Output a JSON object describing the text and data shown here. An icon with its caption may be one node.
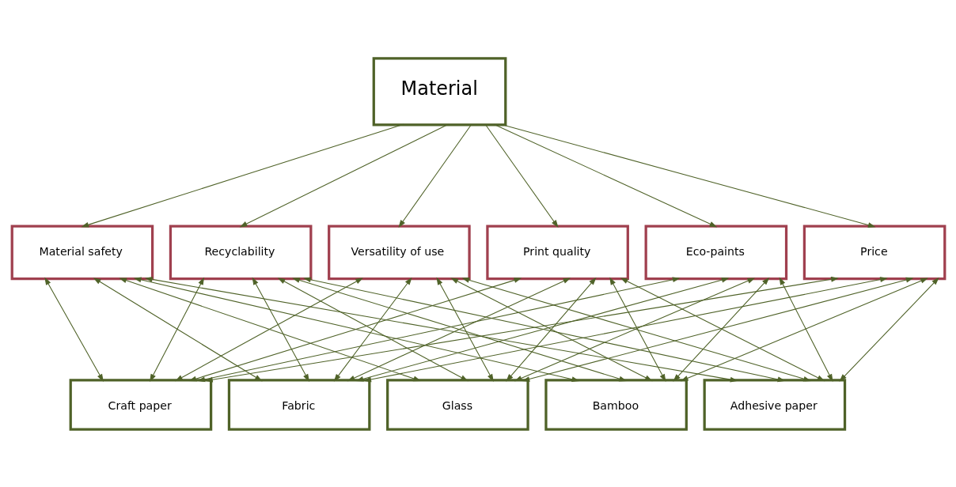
{
  "diagram": {
    "nodes": [
      {
        "text": [
          "Material"
        ]
      },
      {
        "text": [
          "Material safety"
        ]
      },
      {
        "text": [
          "Recyclability"
        ]
      },
      {
        "text": [
          "Versatility of use"
        ]
      },
      {
        "text": [
          "Print quality"
        ]
      },
      {
        "text": [
          "Eco-paints"
        ]
      },
      {
        "text": [
          "Price"
        ]
      },
      {
        "text": [
          "Craft paper"
        ]
      },
      {
        "text": [
          "Fabric"
        ]
      },
      {
        "text": [
          "Glass"
        ]
      },
      {
        "text": [
          "Bamboo"
        ]
      },
      {
        "text": [
          "Adhesive paper"
        ]
      }
    ],
    "edges": [
      {
        "from": 0,
        "to": 1,
        "arrow": "to"
      },
      {
        "from": 0,
        "to": 2,
        "arrow": "to"
      },
      {
        "from": 0,
        "to": 3,
        "arrow": "to"
      },
      {
        "from": 0,
        "to": 4,
        "arrow": "to"
      },
      {
        "from": 0,
        "to": 5,
        "arrow": "to"
      },
      {
        "from": 0,
        "to": 6,
        "arrow": "to"
      },
      {
        "from": 1,
        "to": 7,
        "arrow": "both"
      },
      {
        "from": 1,
        "to": 8,
        "arrow": "both"
      },
      {
        "from": 1,
        "to": 9,
        "arrow": "both"
      },
      {
        "from": 1,
        "to": 10,
        "arrow": "both"
      },
      {
        "from": 1,
        "to": 11,
        "arrow": "both"
      },
      {
        "from": 2,
        "to": 7,
        "arrow": "both"
      },
      {
        "from": 2,
        "to": 8,
        "arrow": "both"
      },
      {
        "from": 2,
        "to": 9,
        "arrow": "both"
      },
      {
        "from": 2,
        "to": 10,
        "arrow": "both"
      },
      {
        "from": 2,
        "to": 11,
        "arrow": "both"
      },
      {
        "from": 3,
        "to": 7,
        "arrow": "both"
      },
      {
        "from": 3,
        "to": 8,
        "arrow": "both"
      },
      {
        "from": 3,
        "to": 9,
        "arrow": "both"
      },
      {
        "from": 3,
        "to": 10,
        "arrow": "both"
      },
      {
        "from": 3,
        "to": 11,
        "arrow": "both"
      },
      {
        "from": 4,
        "to": 7,
        "arrow": "both"
      },
      {
        "from": 4,
        "to": 8,
        "arrow": "both"
      },
      {
        "from": 4,
        "to": 9,
        "arrow": "both"
      },
      {
        "from": 4,
        "to": 10,
        "arrow": "both"
      },
      {
        "from": 4,
        "to": 11,
        "arrow": "both"
      },
      {
        "from": 5,
        "to": 7,
        "arrow": "both"
      },
      {
        "from": 5,
        "to": 8,
        "arrow": "both"
      },
      {
        "from": 5,
        "to": 9,
        "arrow": "both"
      },
      {
        "from": 5,
        "to": 10,
        "arrow": "both"
      },
      {
        "from": 5,
        "to": 11,
        "arrow": "both"
      },
      {
        "from": 6,
        "to": 7,
        "arrow": "both"
      },
      {
        "from": 6,
        "to": 8,
        "arrow": "both"
      },
      {
        "from": 6,
        "to": 9,
        "arrow": "both"
      },
      {
        "from": 6,
        "to": 10,
        "arrow": "both"
      },
      {
        "from": 6,
        "to": 11,
        "arrow": "both"
      }
    ]
  }
}
